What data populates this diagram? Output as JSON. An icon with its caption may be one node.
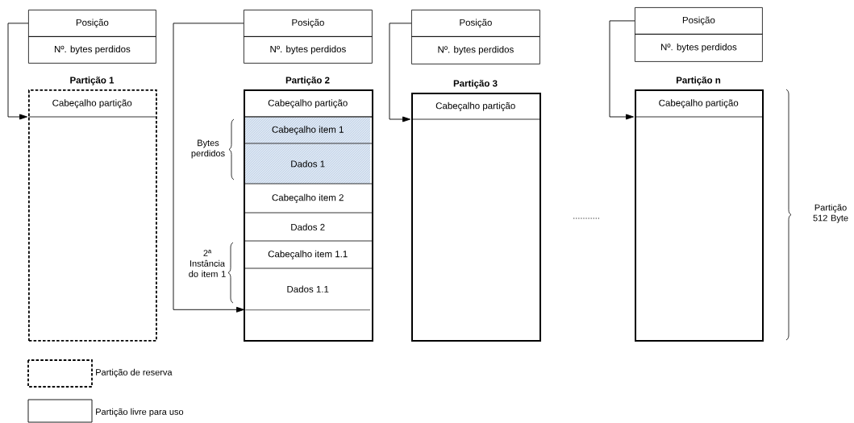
{
  "diagram": {
    "nodes": [
      {
        "text": [
          "Posição"
        ]
      },
      {
        "text": [
          "Nº. bytes perdidos"
        ]
      },
      {
        "text": [
          "Partição 1"
        ]
      },
      {
        "text": [
          "Cabeçalho partição"
        ],
        "in": 2
      },
      {
        "text": [
          "Posição"
        ]
      },
      {
        "text": [
          "Nº. bytes perdidos"
        ]
      },
      {
        "text": [
          "Partição 2"
        ]
      },
      {
        "text": [
          "Cabeçalho partição"
        ],
        "in": 6
      },
      {
        "text": [
          "Cabeçalho item 1"
        ],
        "in": 6
      },
      {
        "text": [
          "Dados 1"
        ],
        "in": 6
      },
      {
        "text": [
          "Cabeçalho item 2"
        ],
        "in": 6
      },
      {
        "text": [
          "Dados 2"
        ],
        "in": 6
      },
      {
        "text": [
          "Cabeçalho item 1.1"
        ],
        "in": 6
      },
      {
        "text": [
          "Dados 1.1"
        ],
        "in": 6
      },
      {
        "text": [],
        "shape": "box",
        "in": 6
      },
      {
        "text": [
          "Posição"
        ]
      },
      {
        "text": [
          "Nº. bytes perdidos"
        ]
      },
      {
        "text": [
          "Partição 3"
        ]
      },
      {
        "text": [
          "Cabeçalho partição"
        ],
        "in": 17
      },
      {
        "text": [
          "Posição"
        ]
      },
      {
        "text": [
          "Nº. bytes perdidos"
        ]
      },
      {
        "text": [
          "Partição n"
        ]
      },
      {
        "text": [
          "Cabeçalho partição"
        ],
        "in": 21
      }
    ],
    "edges": [
      {
        "from": 0,
        "to": 2,
        "arrow": "to"
      },
      {
        "from": 4,
        "to": 14,
        "arrow": "to"
      },
      {
        "from": 15,
        "to": 17,
        "arrow": "to"
      },
      {
        "from": 19,
        "to": 21,
        "arrow": "to"
      }
    ],
    "labels": [
      "Bytes perdidos",
      "2ª Instância do item 1",
      "...........",
      "Partição 512 Byte"
    ],
    "legend": [
      {
        "text": "Partição de reserva"
      },
      {
        "text": "Partição livre para uso"
      }
    ]
  }
}
